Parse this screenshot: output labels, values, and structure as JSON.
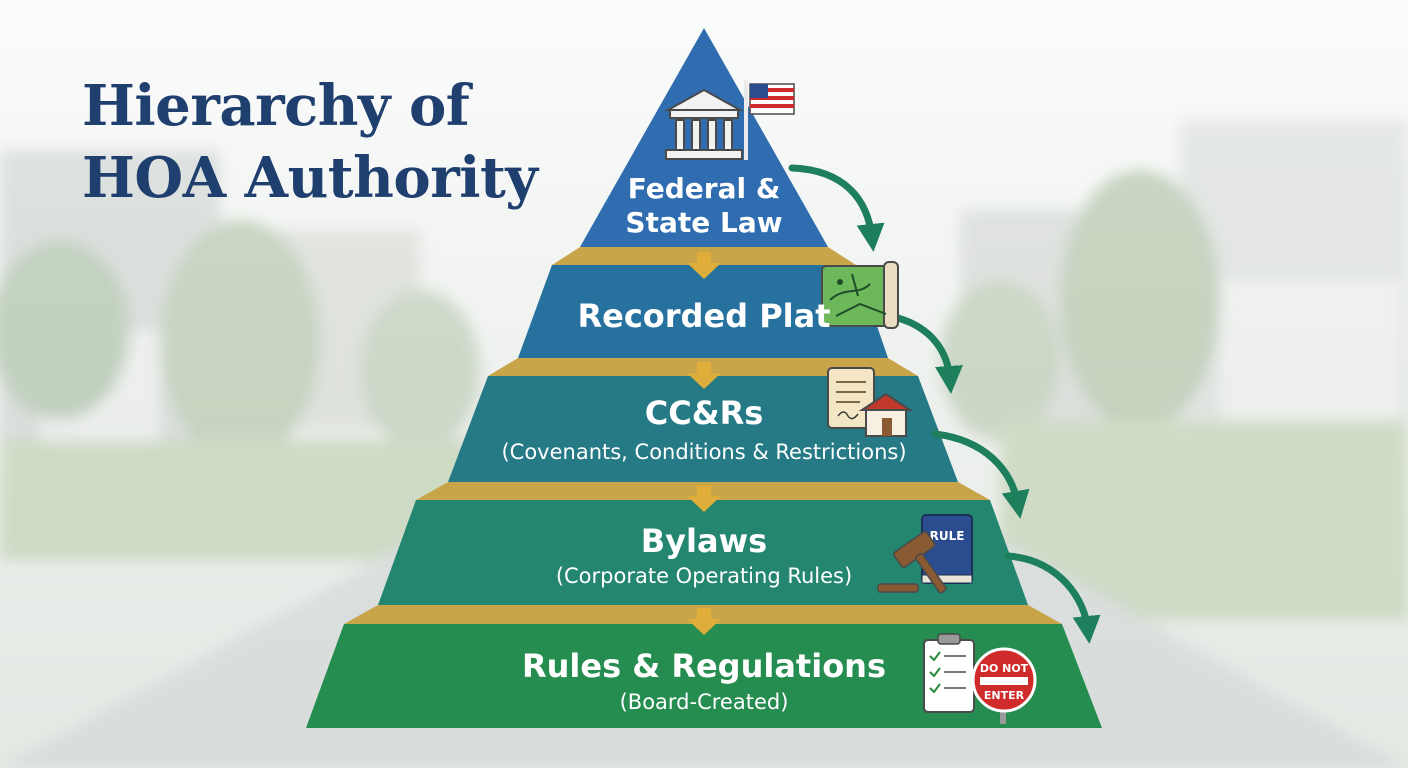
{
  "title": {
    "line1": "Hierarchy of",
    "line2": "HOA Authority"
  },
  "tiers": [
    {
      "name": "Federal & State Law",
      "line1": "Federal &",
      "line2": "State Law",
      "icon": "courthouse-flag-icon",
      "color": "#2f6db0"
    },
    {
      "name": "Recorded Plat",
      "line1": "Recorded Plat",
      "icon": "plat-map-icon",
      "color": "#27719f"
    },
    {
      "name": "CC&Rs",
      "line1": "CC&Rs",
      "sub": "(Covenants, Conditions & Restrictions)",
      "icon": "deed-house-icon",
      "color": "#257a86"
    },
    {
      "name": "Bylaws",
      "line1": "Bylaws",
      "sub": "(Corporate Operating Rules)",
      "icon": "gavel-rulebook-icon",
      "color": "#24866f"
    },
    {
      "name": "Rules & Regulations",
      "line1": "Rules & Regulations",
      "sub": "(Board-Created)",
      "icon": "checklist-sign-icon",
      "color": "#258d4f"
    }
  ],
  "icon_labels": {
    "rule_book": "RULE",
    "sign_line1": "DO NOT",
    "sign_line2": "ENTER"
  },
  "colors": {
    "title": "#1f3f6e",
    "gold": "#c9a54a",
    "arrow": "#1e7f5c",
    "sign_red": "#cf2b2b"
  }
}
